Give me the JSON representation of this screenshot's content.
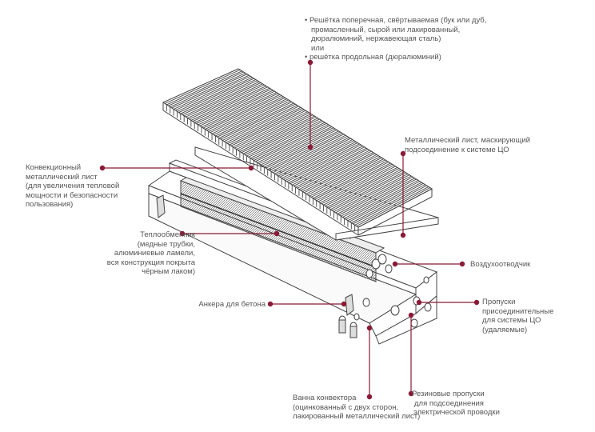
{
  "accent_color": "#8b1a36",
  "labels": {
    "grille": [
      "• Решётка поперечная, свёртываемая (бук или дуб,",
      "промасленный, сырой или лакированный,",
      "дюралюминий, нержавеющая сталь)",
      "или",
      "• решётка продольная (дюралюминий)"
    ],
    "cover_sheet": [
      "Металлический лист, маскирующий",
      "подсоединение к системе ЦО"
    ],
    "convection_sheet": [
      "Конвекционный",
      "металлический лист",
      "(для увеличения тепловой",
      "мощности и безопасности",
      "пользования)"
    ],
    "heat_exchanger": [
      "Теплообменник",
      "(медные трубки,",
      "алюминиевые ламели,",
      "вся конструкция покрыта",
      "чёрным лаком)"
    ],
    "air_vent": [
      "Воздухоотводчик"
    ],
    "anchors": [
      "Анкера для бетона"
    ],
    "passages": [
      "Пропуски",
      "присоединительные",
      "для системы ЦО",
      "(удаляемые)"
    ],
    "rubber_passages": [
      "Резиновые пропуски",
      "для подсоединения",
      "электрической проводки"
    ],
    "trough": [
      "Ванна конвектора",
      "(оцинкованный с двух сторон,",
      "лакированный металлический лист)"
    ]
  }
}
